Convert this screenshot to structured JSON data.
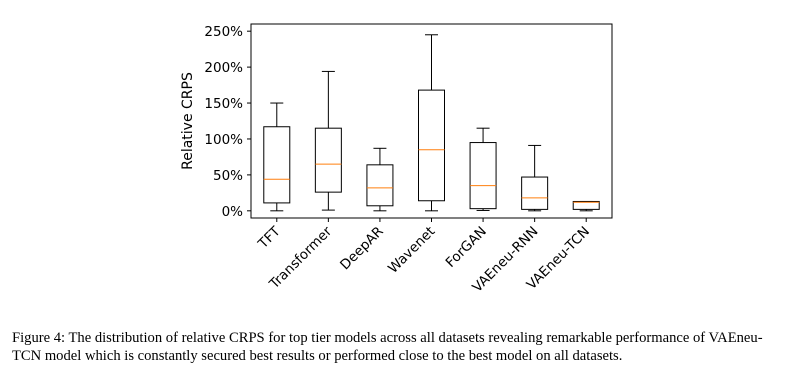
{
  "chart_data": {
    "type": "box",
    "ylabel": "Relative CRPS",
    "ylim": [
      -10,
      260
    ],
    "yticks": [
      0,
      50,
      100,
      150,
      200,
      250
    ],
    "ytick_labels": [
      "0%",
      "50%",
      "100%",
      "150%",
      "200%",
      "250%"
    ],
    "grid": false,
    "categories": [
      "TFT",
      "Transformer",
      "DeepAR",
      "Wavenet",
      "ForGAN",
      "VAEneu-RNN",
      "VAEneu-TCN"
    ],
    "boxes": [
      {
        "whisker_low": 0,
        "q1": 11,
        "median": 44,
        "q3": 117,
        "whisker_high": 150
      },
      {
        "whisker_low": 1,
        "q1": 26,
        "median": 65,
        "q3": 115,
        "whisker_high": 194
      },
      {
        "whisker_low": 0,
        "q1": 7,
        "median": 32,
        "q3": 64,
        "whisker_high": 87
      },
      {
        "whisker_low": 0,
        "q1": 14,
        "median": 85,
        "q3": 168,
        "whisker_high": 245
      },
      {
        "whisker_low": 0.5,
        "q1": 3,
        "median": 35,
        "q3": 95,
        "whisker_high": 115
      },
      {
        "whisker_low": 0,
        "q1": 2,
        "median": 18,
        "q3": 47,
        "whisker_high": 91
      },
      {
        "whisker_low": 0,
        "q1": 2,
        "median": 12,
        "q3": 13,
        "whisker_high": 13
      }
    ],
    "colors": {
      "box": "#000000",
      "median": "#ff7f0e"
    }
  },
  "caption": {
    "text": "Figure 4: The distribution of relative CRPS for top tier models across all datasets revealing remarkable performance of VAEneu-TCN model which is constantly secured best results or performed close to the best model on all datasets."
  }
}
